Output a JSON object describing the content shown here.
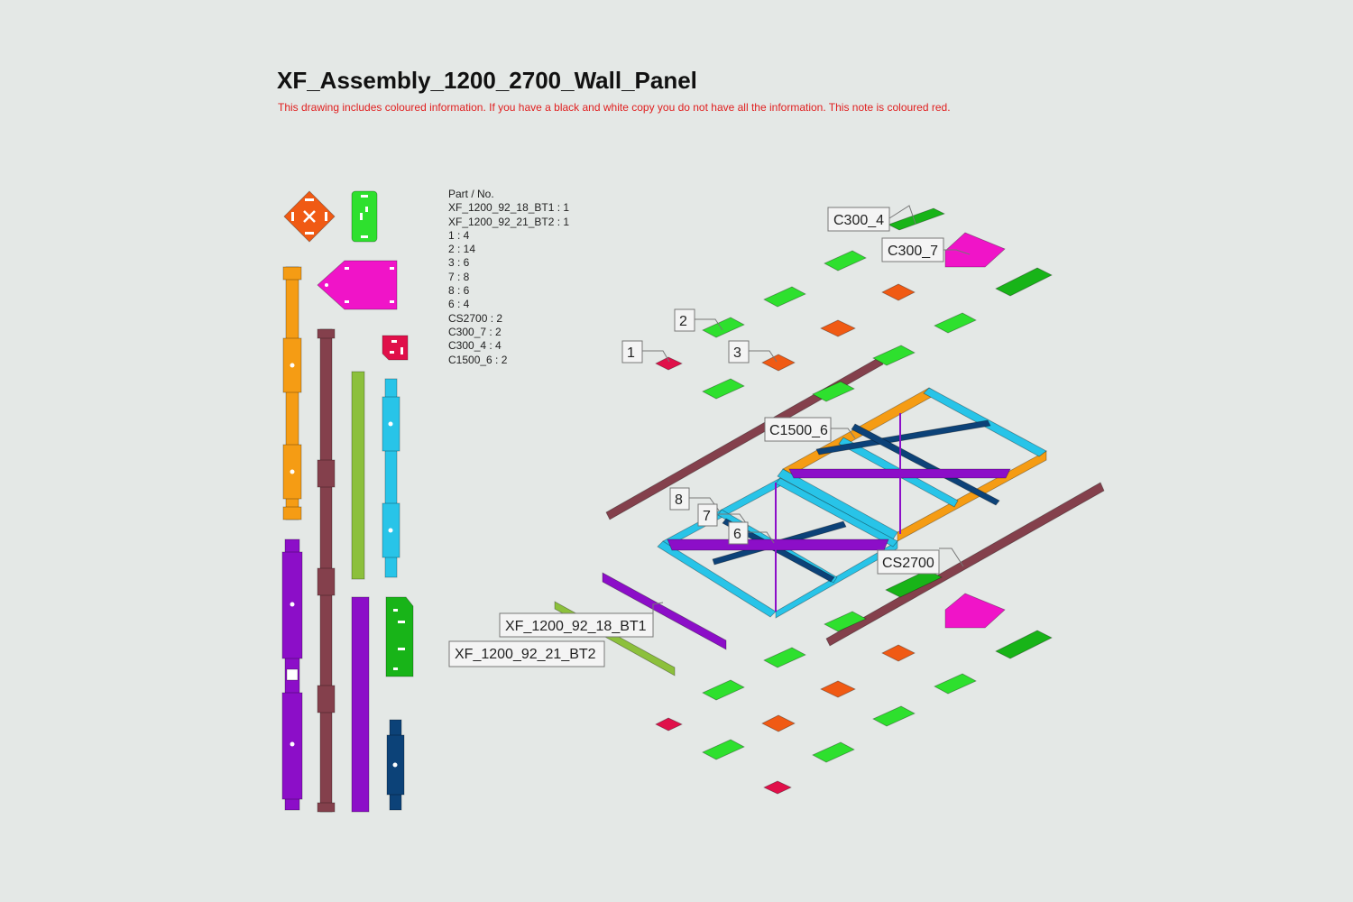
{
  "title": "XF_Assembly_1200_2700_Wall_Panel",
  "note": "This drawing includes coloured information. If you have a black and white copy you do not have all the information. This note is coloured red.",
  "parts_list": {
    "header": "Part / No.",
    "rows": [
      "XF_1200_92_18_BT1 : 1",
      "XF_1200_92_21_BT2 : 1",
      "1 : 4",
      "2 : 14",
      "3 : 6",
      "7 : 8",
      "8 : 6",
      "6 : 4",
      "CS2700 : 2",
      "C300_7 : 2",
      "C300_4 : 4",
      "C1500_6 : 2"
    ]
  },
  "callouts": {
    "c300_4": "C300_4",
    "c300_7": "C300_7",
    "part_2": "2",
    "part_1": "1",
    "part_3": "3",
    "c1500_6": "C1500_6",
    "part_8": "8",
    "part_7": "7",
    "part_6": "6",
    "cs2700": "CS2700",
    "bt1": "XF_1200_92_18_BT1",
    "bt2": "XF_1200_92_21_BT2"
  },
  "colors": {
    "orange_part": "#f05a14",
    "green_part": "#2ee02e",
    "dark_green_part": "#18b418",
    "magenta_part": "#f014c8",
    "crimson_part": "#e0104a",
    "amber_part": "#f59c14",
    "brown_part": "#84404c",
    "lime_part": "#8cc03c",
    "cyan_part": "#28c4e8",
    "purple_part": "#8c0ec8",
    "navy_part": "#0c4278",
    "note": "#e02020"
  }
}
